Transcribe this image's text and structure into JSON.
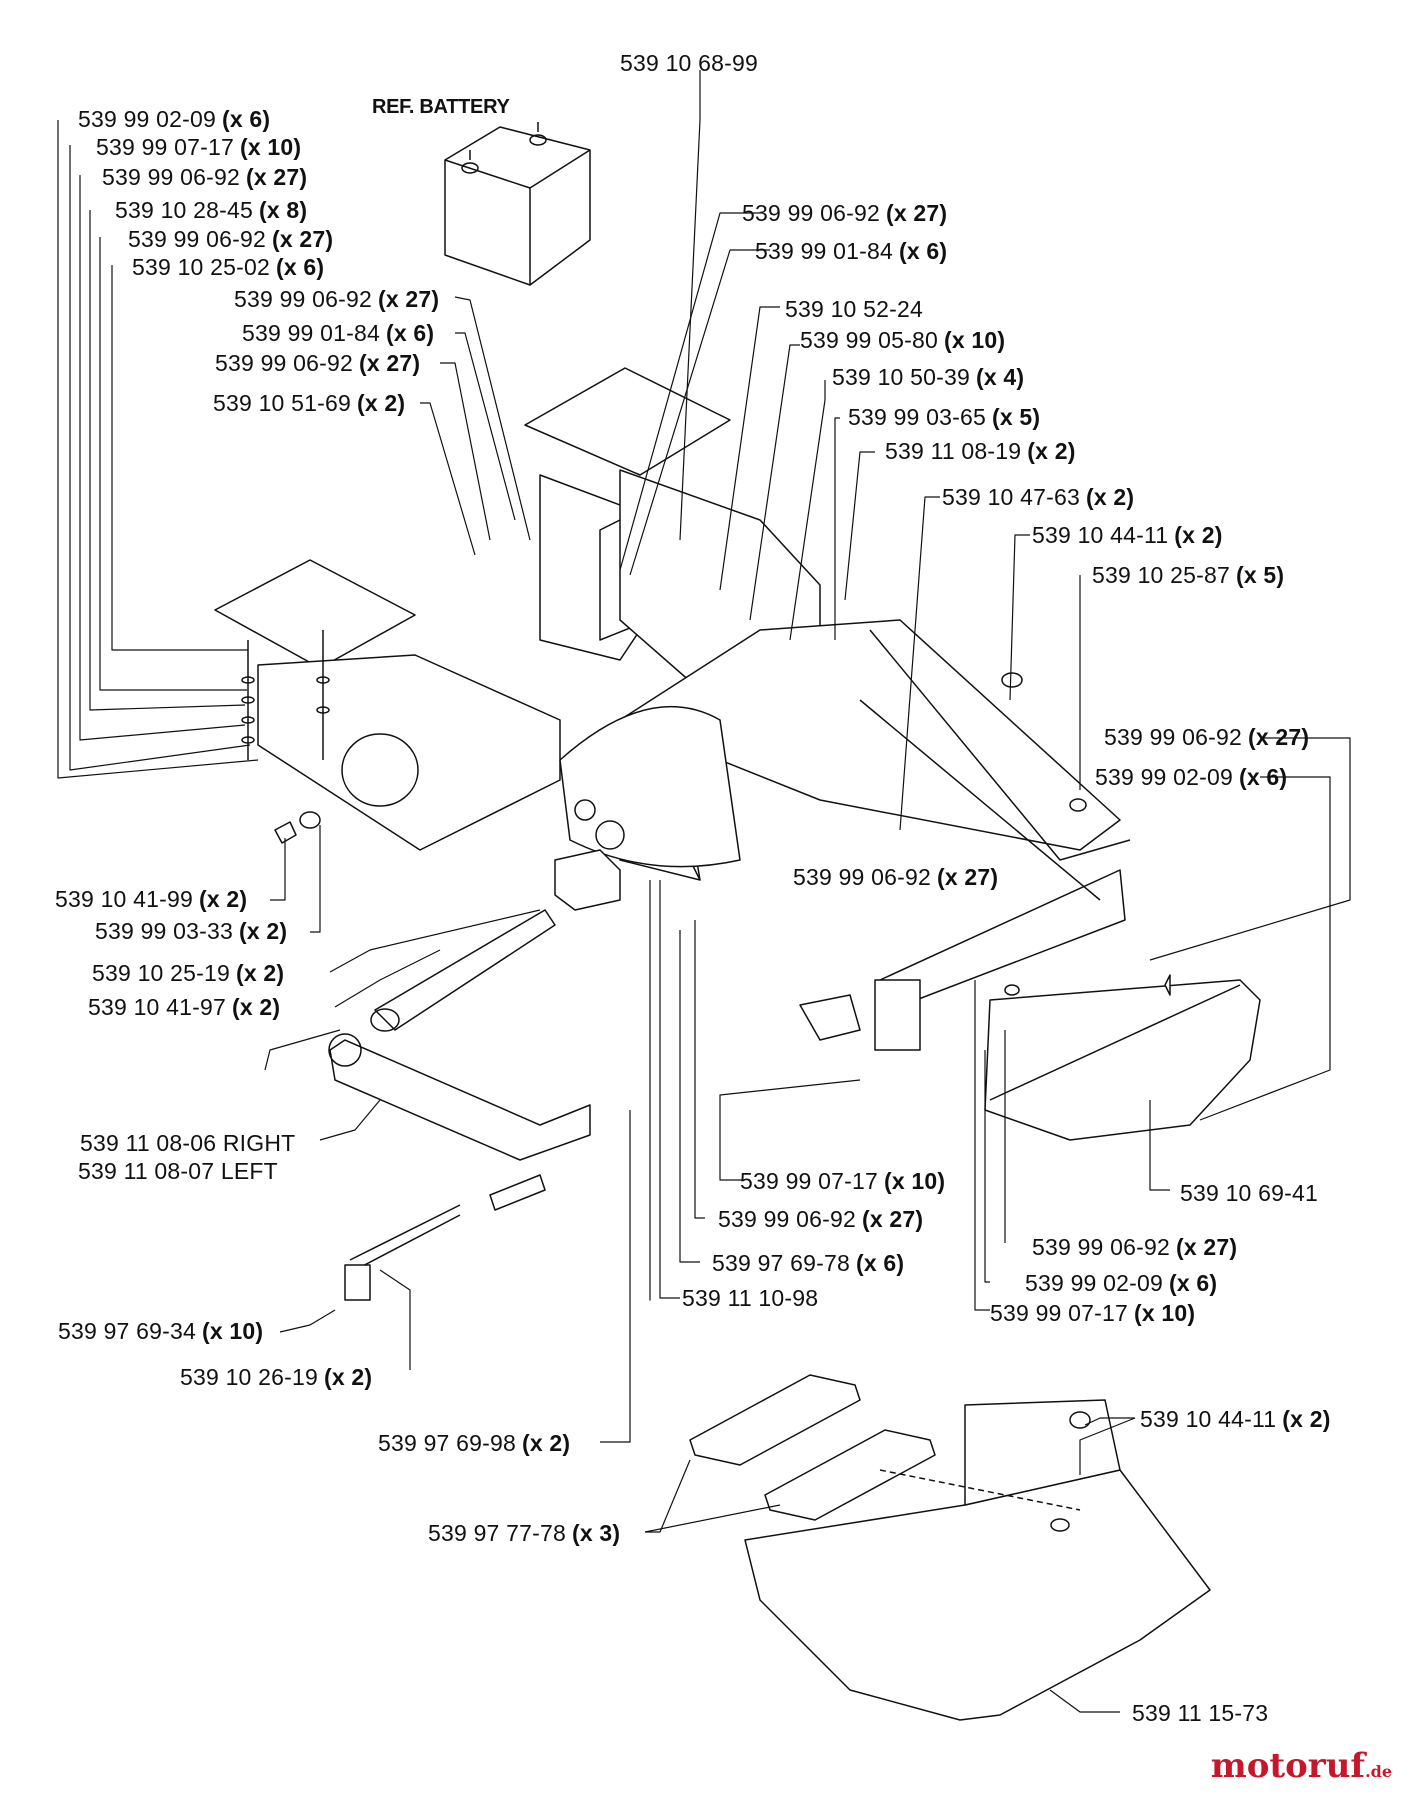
{
  "diagram": {
    "reference_label": "REF. BATTERY",
    "logo": {
      "name": "motoruf",
      "suffix": ".de"
    },
    "parts": [
      {
        "id": "p01",
        "number": "539 10 68-99",
        "qty": ""
      },
      {
        "id": "p02",
        "number": "539 99 02-09",
        "qty": "(x 6)"
      },
      {
        "id": "p03",
        "number": "539 99 07-17",
        "qty": "(x 10)"
      },
      {
        "id": "p04",
        "number": "539 99 06-92",
        "qty": "(x 27)"
      },
      {
        "id": "p05",
        "number": "539 10 28-45",
        "qty": "(x 8)"
      },
      {
        "id": "p06",
        "number": "539 99 06-92",
        "qty": "(x 27)"
      },
      {
        "id": "p07",
        "number": "539 10 25-02",
        "qty": "(x 6)"
      },
      {
        "id": "p08",
        "number": "539 99 06-92",
        "qty": "(x 27)"
      },
      {
        "id": "p09",
        "number": "539 99 01-84",
        "qty": "(x 6)"
      },
      {
        "id": "p10",
        "number": "539 99 06-92",
        "qty": "(x 27)"
      },
      {
        "id": "p11",
        "number": "539 10 51-69",
        "qty": "(x 2)"
      },
      {
        "id": "p12",
        "number": "539 99 06-92",
        "qty": "(x 27)"
      },
      {
        "id": "p13",
        "number": "539 99 01-84",
        "qty": "(x 6)"
      },
      {
        "id": "p14",
        "number": "539 10 52-24",
        "qty": ""
      },
      {
        "id": "p15",
        "number": "539 99 05-80",
        "qty": "(x 10)"
      },
      {
        "id": "p16",
        "number": "539 10 50-39",
        "qty": "(x 4)"
      },
      {
        "id": "p17",
        "number": "539 99 03-65",
        "qty": "(x 5)"
      },
      {
        "id": "p18",
        "number": "539 11 08-19",
        "qty": "(x 2)"
      },
      {
        "id": "p19",
        "number": "539 10 47-63",
        "qty": "(x 2)"
      },
      {
        "id": "p20",
        "number": "539 10 44-11",
        "qty": "(x 2)"
      },
      {
        "id": "p21",
        "number": "539 10 25-87",
        "qty": "(x 5)"
      },
      {
        "id": "p22",
        "number": "539 99 06-92",
        "qty": "(x 27)"
      },
      {
        "id": "p23",
        "number": "539 99 02-09",
        "qty": "(x 6)"
      },
      {
        "id": "p24",
        "number": "539 99 06-92",
        "qty": "(x 27)"
      },
      {
        "id": "p25",
        "number": "539 10 41-99",
        "qty": "(x 2)"
      },
      {
        "id": "p26",
        "number": "539 99 03-33",
        "qty": "(x 2)"
      },
      {
        "id": "p27",
        "number": "539 10 25-19",
        "qty": "(x 2)"
      },
      {
        "id": "p28",
        "number": "539 10 41-97",
        "qty": "(x 2)"
      },
      {
        "id": "p29",
        "number": "539 11 08-06 RIGHT",
        "qty": ""
      },
      {
        "id": "p30",
        "number": "539 11 08-07 LEFT",
        "qty": ""
      },
      {
        "id": "p31",
        "number": "539 99 07-17",
        "qty": "(x 10)"
      },
      {
        "id": "p32",
        "number": "539 10 69-41",
        "qty": ""
      },
      {
        "id": "p33",
        "number": "539 99 06-92",
        "qty": "(x 27)"
      },
      {
        "id": "p34",
        "number": "539 99 06-92",
        "qty": "(x 27)"
      },
      {
        "id": "p35",
        "number": "539 97 69-78",
        "qty": "(x 6)"
      },
      {
        "id": "p36",
        "number": "539 99 02-09",
        "qty": "(x 6)"
      },
      {
        "id": "p37",
        "number": "539 11 10-98",
        "qty": ""
      },
      {
        "id": "p38",
        "number": "539 99 07-17",
        "qty": "(x 10)"
      },
      {
        "id": "p39",
        "number": "539 97 69-34",
        "qty": "(x 10)"
      },
      {
        "id": "p40",
        "number": "539 10 26-19",
        "qty": "(x 2)"
      },
      {
        "id": "p41",
        "number": "539 10 44-11",
        "qty": "(x 2)"
      },
      {
        "id": "p42",
        "number": "539 97 69-98",
        "qty": "(x 2)"
      },
      {
        "id": "p43",
        "number": "539 97 77-78",
        "qty": "(x 3)"
      },
      {
        "id": "p44",
        "number": "539 11 15-73",
        "qty": ""
      }
    ]
  }
}
